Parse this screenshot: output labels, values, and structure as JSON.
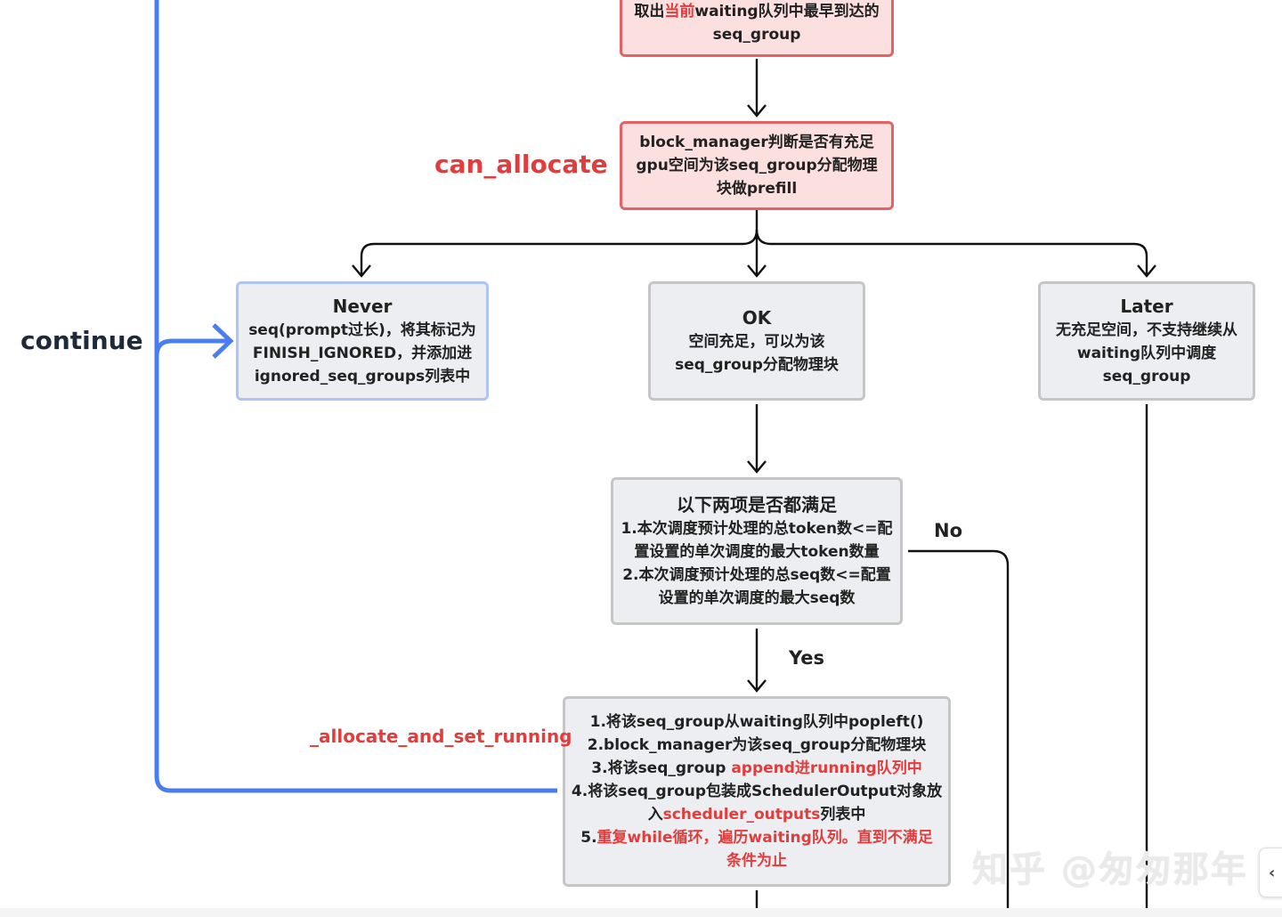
{
  "nodes": {
    "fetch": {
      "lines": [
        [
          {
            "t": "取出"
          },
          {
            "t": "当前",
            "hl": true
          },
          {
            "t": "waiting队列中最早到达的"
          }
        ],
        [
          {
            "t": "seq_group"
          }
        ]
      ]
    },
    "check": {
      "lines": [
        [
          {
            "t": "block_manager判断是否有充足"
          }
        ],
        [
          {
            "t": "gpu空间为该seq_group分配物理"
          }
        ],
        [
          {
            "t": "块做prefill"
          }
        ]
      ]
    },
    "never": {
      "title": "Never",
      "lines": [
        [
          {
            "t": "seq(prompt过长)，将其标记为"
          }
        ],
        [
          {
            "t": "FINISH_IGNORED，并添加进"
          }
        ],
        [
          {
            "t": "ignored_seq_groups列表中"
          }
        ]
      ]
    },
    "ok": {
      "title": "OK",
      "lines": [
        [
          {
            "t": "空间充足，可以为该"
          }
        ],
        [
          {
            "t": "seq_group分配物理块"
          }
        ]
      ]
    },
    "later": {
      "title": "Later",
      "lines": [
        [
          {
            "t": "无充足空间，不支持继续从"
          }
        ],
        [
          {
            "t": "waiting队列中调度"
          }
        ],
        [
          {
            "t": "seq_group"
          }
        ]
      ]
    },
    "cond": {
      "title": "以下两项是否都满足",
      "lines": [
        [
          {
            "t": "1.本次调度预计处理的总token数<=配"
          }
        ],
        [
          {
            "t": "置设置的单次调度的最大token数量"
          }
        ],
        [
          {
            "t": "2.本次调度预计处理的总seq数<=配置"
          }
        ],
        [
          {
            "t": "设置的单次调度的最大seq数"
          }
        ]
      ]
    },
    "alloc": {
      "lines": [
        [
          {
            "t": "1.将该seq_group从waiting队列中popleft()"
          }
        ],
        [
          {
            "t": "2.block_manager为该seq_group分配物理块"
          }
        ],
        [
          {
            "t": "3.将该seq_group "
          },
          {
            "t": "append进running队列中",
            "hl": true
          }
        ],
        [
          {
            "t": "4.将该seq_group包装成SchedulerOutput对象放"
          }
        ],
        [
          {
            "t": "入"
          },
          {
            "t": "scheduler_outputs",
            "hl": true
          },
          {
            "t": "列表中"
          }
        ],
        [
          {
            "t": "5."
          },
          {
            "t": "重复while循环，遍历waiting队列。直到不满足",
            "hl": true
          }
        ],
        [
          {
            "t": "条件为止",
            "hl": true
          }
        ]
      ]
    }
  },
  "labels": {
    "can_allocate": "can_allocate",
    "continue": "continue",
    "no": "No",
    "yes": "Yes",
    "allocate_and_set_running": "_allocate_and_set_running"
  },
  "watermark": "知乎 @匆匆那年",
  "colors": {
    "red_border": "#e46266",
    "red_fill": "#fbe0df",
    "gray_border": "#c6c6c6",
    "gray_fill": "#eceef1",
    "blue_border": "#aec5f3",
    "continue_line": "#4a7ef0",
    "highlight_text": "#e23d3d"
  },
  "icons": {
    "side_button": "chevron-left-icon"
  }
}
